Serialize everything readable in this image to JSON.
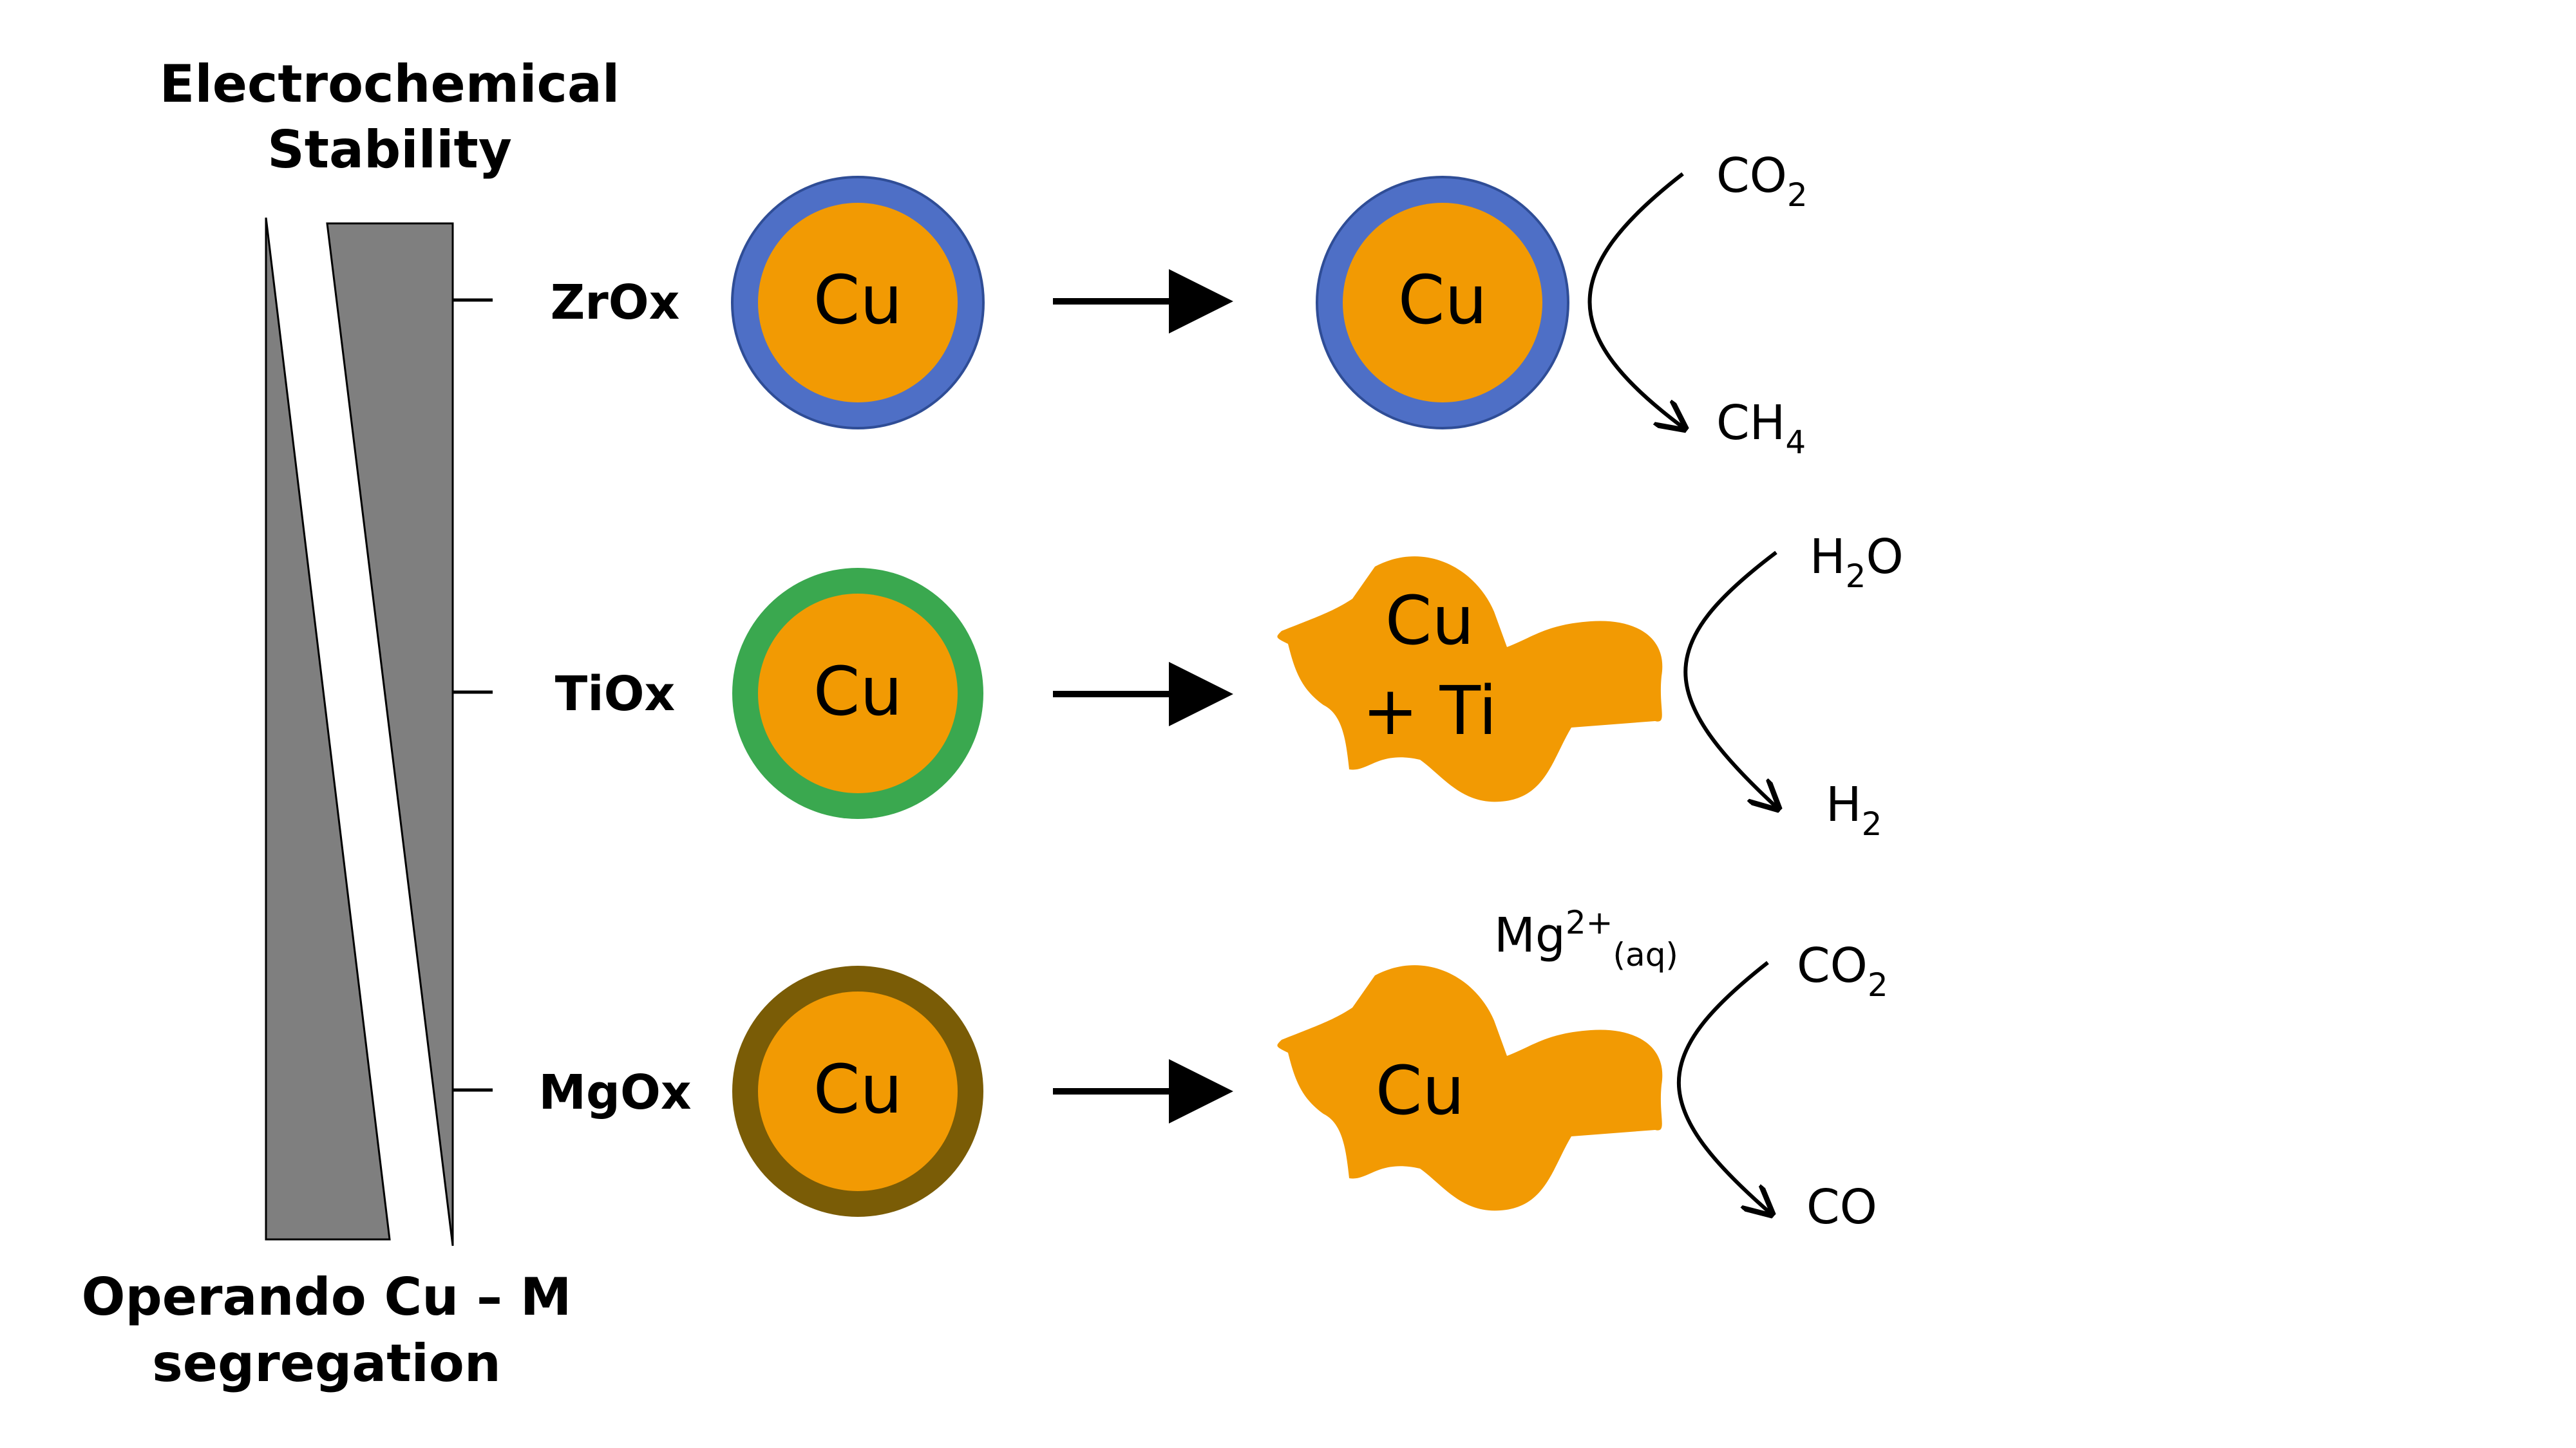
{
  "axis": {
    "top_label_line1": "Electrochemical",
    "top_label_line2": "Stability",
    "bottom_label_line1": "Operando Cu – M",
    "bottom_label_line2": "segregation"
  },
  "rows": [
    {
      "oxide": "ZrOx",
      "shell_color": "#4e6fc6",
      "core_label": "Cu",
      "result_line1": "Cu",
      "result_line2": "",
      "side_note": {
        "main": "",
        "sup": "",
        "sub": ""
      },
      "product_top": {
        "main": "CO",
        "sub": "2"
      },
      "product_bottom": {
        "main": "CH",
        "sub": "4"
      }
    },
    {
      "oxide": "TiOx",
      "shell_color": "#3aa84f",
      "core_label": "Cu",
      "result_line1": "Cu",
      "result_line2": "+ Ti",
      "side_note": {
        "main": "",
        "sup": "",
        "sub": ""
      },
      "product_top": {
        "main": "H",
        "sub": "2",
        "tail": "O"
      },
      "product_bottom": {
        "main": "H",
        "sub": "2"
      }
    },
    {
      "oxide": "MgOx",
      "shell_color": "#7a5c06",
      "core_label": "Cu",
      "result_line1": "Cu",
      "result_line2": "",
      "side_note": {
        "main": "Mg",
        "sup": "2+",
        "sub": "(aq)"
      },
      "product_top": {
        "main": "CO",
        "sub": "2"
      },
      "product_bottom": {
        "main": "CO",
        "sub": ""
      }
    }
  ],
  "colors": {
    "copper": "#f29a03",
    "axis_fill": "#7f7f7f"
  }
}
